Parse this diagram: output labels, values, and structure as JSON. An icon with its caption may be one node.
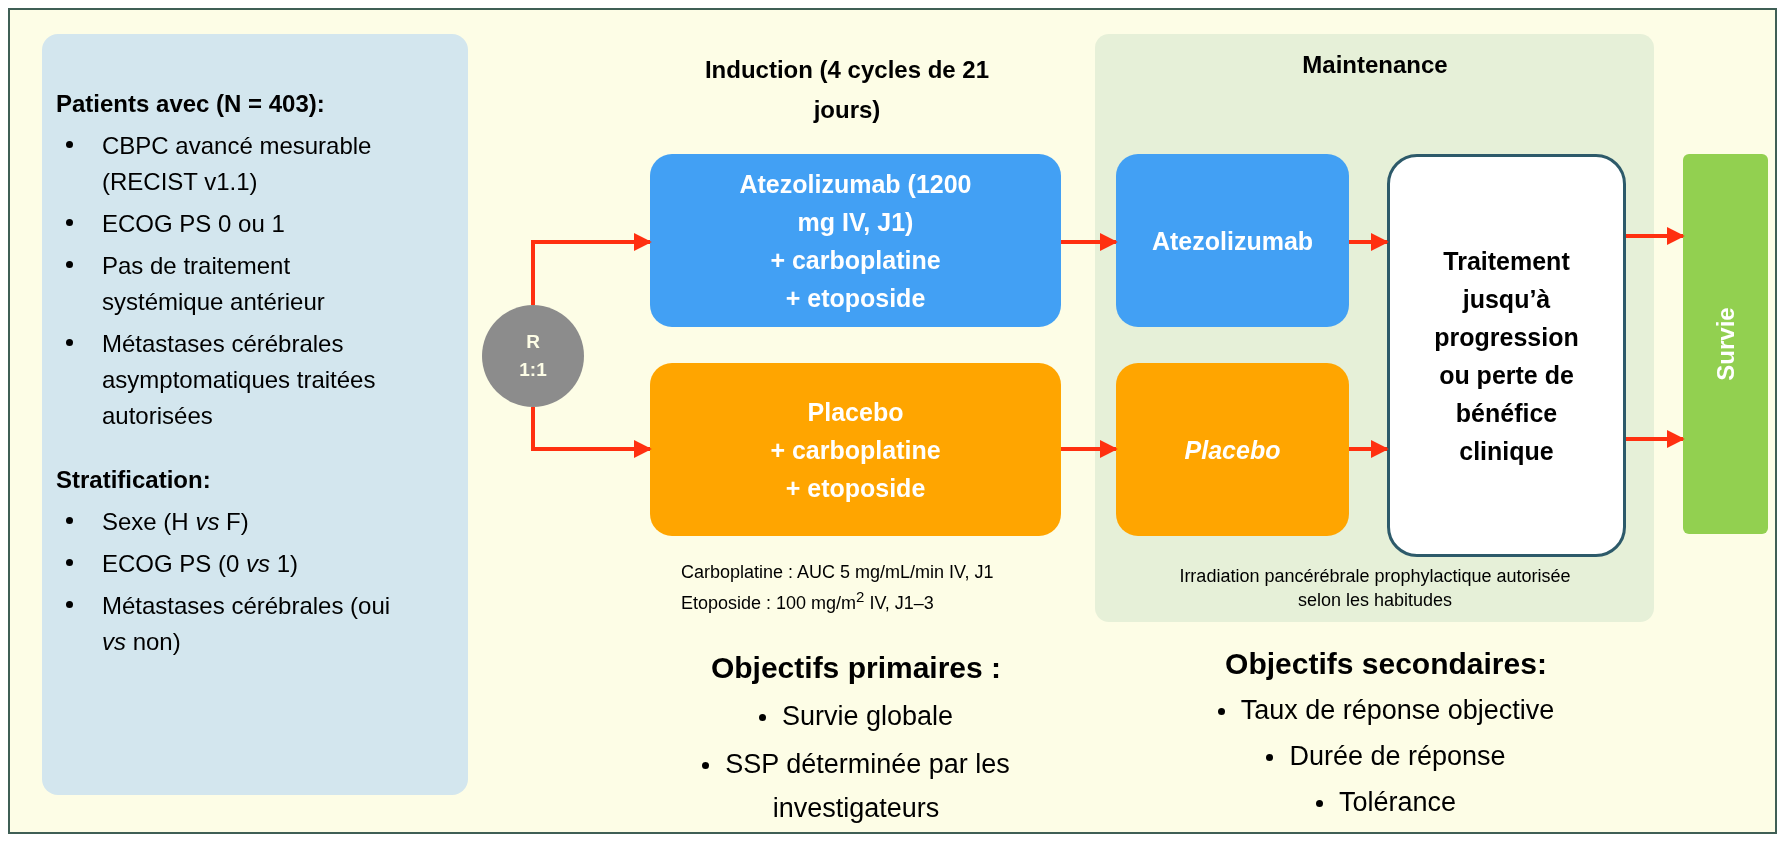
{
  "diagram": {
    "nodes": [
      {
        "text": [
          "Patients avec (N = 403):",
          "CBPC avancé mesurable (RECIST v1.1)",
          "ECOG PS 0 ou 1",
          "Pas de traitement systémique antérieur",
          "Métastases cérébrales asymptomatiques traitées autorisées",
          "Stratification:",
          "Sexe (H *vs* F)",
          "ECOG PS (0 *vs* 1)",
          "Métastases cérébrales (oui *vs* non)"
        ]
      },
      {
        "text": [
          "R 1:1"
        ]
      },
      {
        "text": [
          "Atezolizumab (1200 mg IV, J1)",
          "+ carboplatine",
          "+ etoposide"
        ]
      },
      {
        "text": [
          "Placebo",
          "+ carboplatine",
          "+ etoposide"
        ]
      },
      {
        "text": [
          "Maintenance",
          "Irradiation pancérébrale prophylactique autorisée selon les habitudes"
        ]
      },
      {
        "text": [
          "Atezolizumab"
        ],
        "in": 4
      },
      {
        "text": [
          "Placebo"
        ],
        "in": 4
      },
      {
        "text": [
          "Traitement jusqu’à progression ou perte de bénéfice clinique"
        ],
        "in": 4
      },
      {
        "text": [
          "Survie"
        ]
      }
    ],
    "edges": [
      {
        "from": 1,
        "to": 2,
        "arrow": "to"
      },
      {
        "from": 1,
        "to": 3,
        "arrow": "to"
      },
      {
        "from": 2,
        "to": 5,
        "arrow": "to"
      },
      {
        "from": 3,
        "to": 6,
        "arrow": "to"
      },
      {
        "from": 5,
        "to": 7,
        "arrow": "to"
      },
      {
        "from": 6,
        "to": 7,
        "arrow": "to"
      },
      {
        "from": 7,
        "to": 8,
        "arrow": "to"
      },
      {
        "from": 7,
        "to": 8,
        "arrow": "to"
      }
    ],
    "labels": [
      "Induction (4 cycles de 21 jours)",
      "Carboplatine : AUC 5 mg/mL/min IV, J1",
      "Etoposide : 100 mg/m$^{2}$ IV,  J1–3",
      "Objectifs primaires :",
      "Survie globale",
      "SSP déterminée par les investigateurs",
      "Objectifs secondaires:",
      "Taux de réponse objective",
      "Durée de réponse",
      "Tolérance"
    ]
  }
}
